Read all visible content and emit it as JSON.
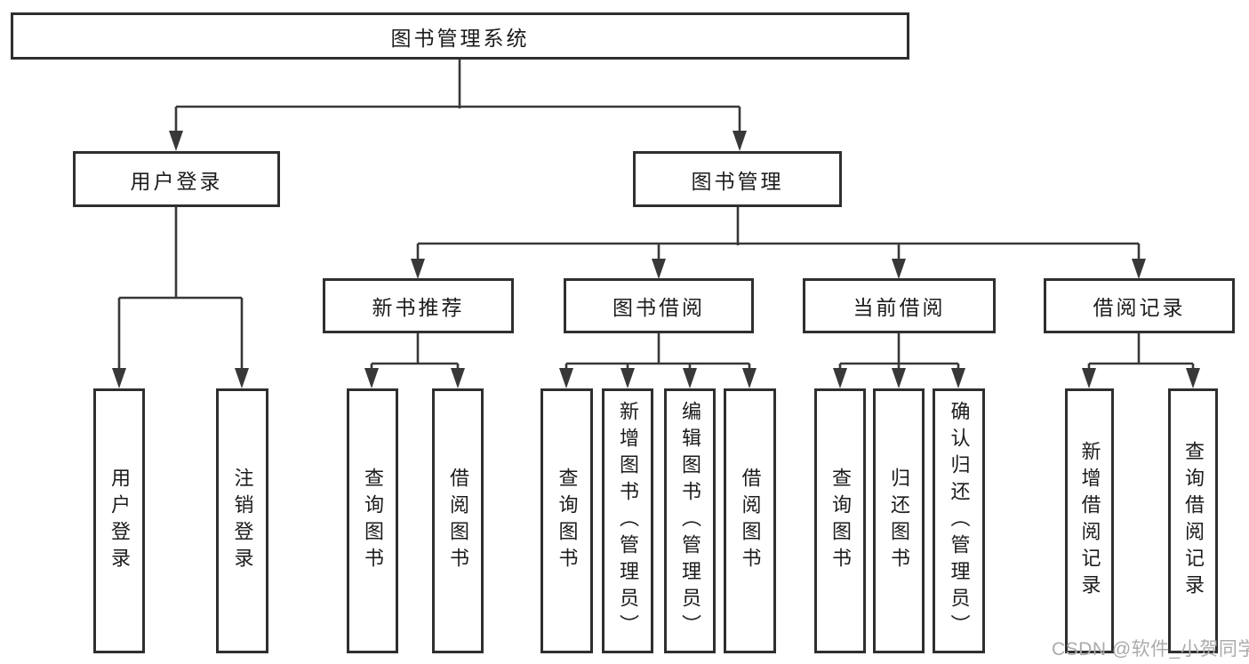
{
  "diagram": {
    "watermark": "CSDN @软件_小贺同学",
    "colors": {
      "line": "#383838",
      "box_border": "#2f2f2f",
      "box_fill": "#ffffff",
      "text": "#1c1c1c",
      "watermark_text": "#ababab"
    },
    "nodes": {
      "root": {
        "label": "图书管理系统"
      },
      "user_login": {
        "label": "用户登录"
      },
      "book_mgmt": {
        "label": "图书管理"
      },
      "new_book_rec": {
        "label": "新书推荐"
      },
      "book_borrow": {
        "label": "图书借阅"
      },
      "current_borrow": {
        "label": "当前借阅"
      },
      "borrow_records": {
        "label": "借阅记录"
      },
      "leaf_user_login": {
        "label": "用户登录"
      },
      "leaf_logout": {
        "label": "注销登录"
      },
      "leaf_query_book_rec": {
        "label": "查询图书"
      },
      "leaf_borrow_book_rec": {
        "label": "借阅图书"
      },
      "leaf_query_book_borrow": {
        "label": "查询图书"
      },
      "leaf_add_book": {
        "label": "新增图书（管理员）"
      },
      "leaf_edit_book": {
        "label": "编辑图书（管理员）"
      },
      "leaf_borrow_book": {
        "label": "借阅图书"
      },
      "leaf_query_current": {
        "label": "查询图书"
      },
      "leaf_return_book": {
        "label": "归还图书"
      },
      "leaf_confirm_return": {
        "label": "确认归还（管理员）"
      },
      "leaf_add_record": {
        "label": "新增借阅记录"
      },
      "leaf_query_record": {
        "label": "查询借阅记录"
      }
    },
    "tree": {
      "图书管理系统": {
        "用户登录": [
          "用户登录",
          "注销登录"
        ],
        "图书管理": {
          "新书推荐": [
            "查询图书",
            "借阅图书"
          ],
          "图书借阅": [
            "查询图书",
            "新增图书（管理员）",
            "编辑图书（管理员）",
            "借阅图书"
          ],
          "当前借阅": [
            "查询图书",
            "归还图书",
            "确认归还（管理员）"
          ],
          "借阅记录": [
            "新增借阅记录",
            "查询借阅记录"
          ]
        }
      }
    }
  }
}
